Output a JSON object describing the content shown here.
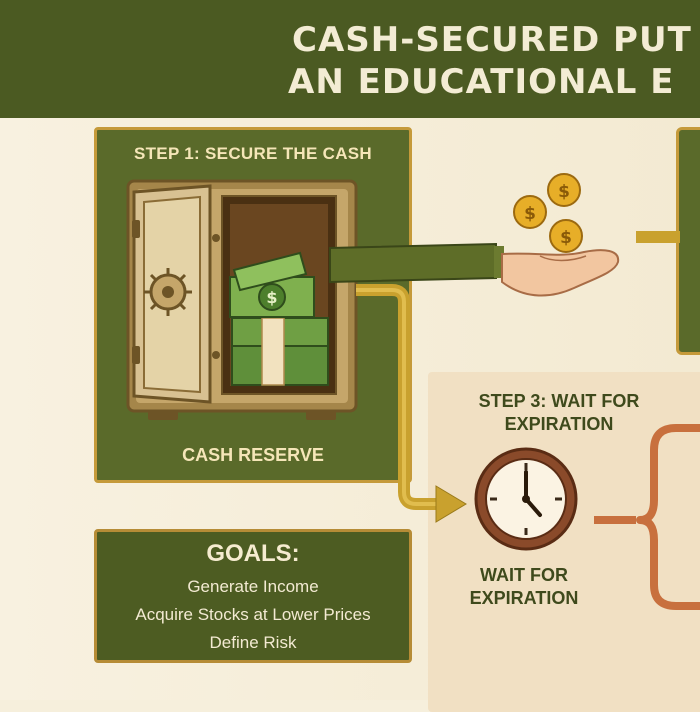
{
  "header": {
    "title_line1": "CASH-SECURED PUT",
    "title_line2": "AN EDUCATIONAL E"
  },
  "step1": {
    "title": "STEP 1: SECURE THE CASH",
    "caption": "CASH RESERVE"
  },
  "step3": {
    "title_line1": "STEP 3: WAIT FOR",
    "title_line2": "EXPIRATION",
    "caption_line1": "WAIT FOR",
    "caption_line2": "EXPIRATION"
  },
  "goals": {
    "heading": "GOALS:",
    "items": [
      "Generate Income",
      "Acquire Stocks at Lower Prices",
      "Define Risk"
    ]
  },
  "colors": {
    "header_bg": "#4b5a22",
    "panel_green": "#5a6a2a",
    "gold_border": "#c59a3a",
    "arrow_gold": "#c9a12e",
    "bracket_orange": "#c8703e"
  },
  "icons": [
    "safe-icon",
    "cash-bundle-icon",
    "coin-icon",
    "hand-icon",
    "clock-icon",
    "arrow-icon",
    "dollar-sign-icon"
  ]
}
